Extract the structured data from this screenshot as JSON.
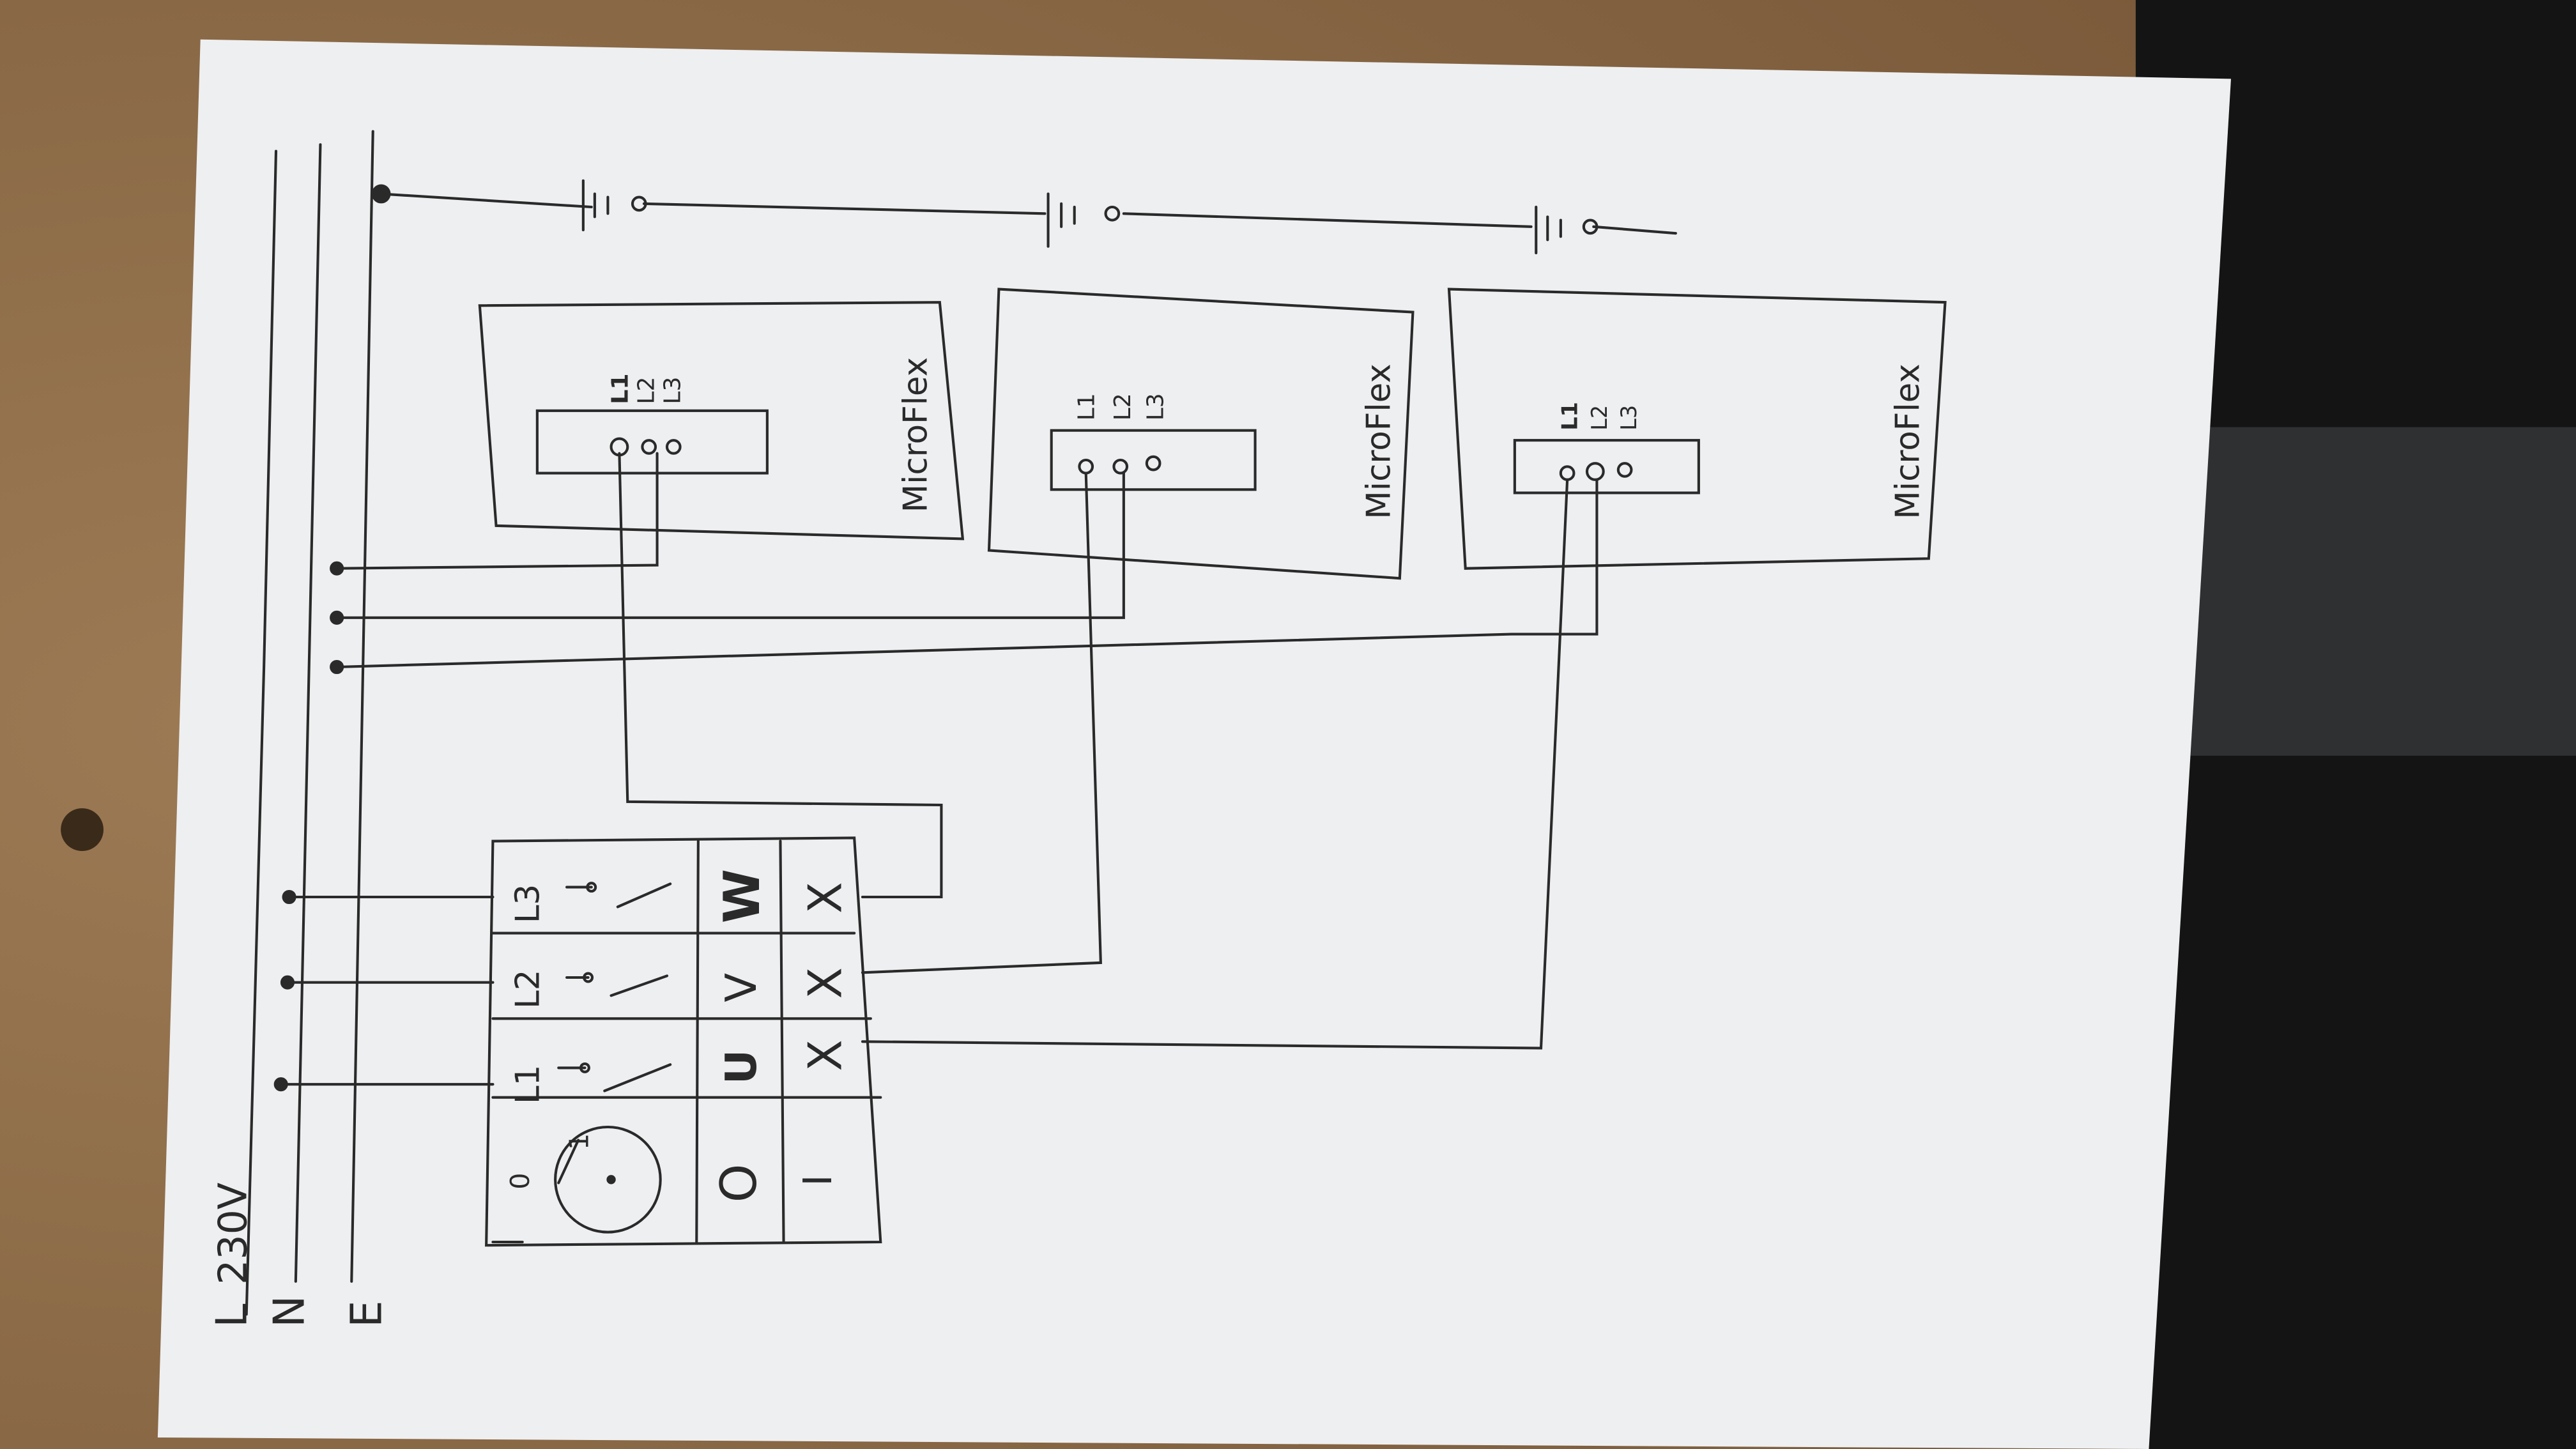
{
  "supply": {
    "phase_label": "L",
    "voltage": "230V",
    "neutral_label": "N",
    "earth_label": "E"
  },
  "switch": {
    "positions": [
      "0",
      "1"
    ],
    "position_symbols": [
      "O",
      "I"
    ],
    "terminals_in": [
      "L1",
      "L2",
      "L3"
    ],
    "terminals_out": [
      "U",
      "V",
      "W"
    ],
    "marks": [
      "X",
      "X",
      "X"
    ]
  },
  "devices": [
    {
      "name": "MicroFlex",
      "terminals": [
        "L1",
        "L2",
        "L3"
      ]
    },
    {
      "name": "MicroFlex",
      "terminals": [
        "L1",
        "L2",
        "L3"
      ]
    },
    {
      "name": "MicroFlex",
      "terminals": [
        "L1",
        "L2",
        "L3"
      ]
    }
  ],
  "colors": {
    "table": "#8a6a48",
    "paper": "#eeeff1",
    "ink": "#2a2a2a",
    "dark_cloth": "#141414"
  }
}
